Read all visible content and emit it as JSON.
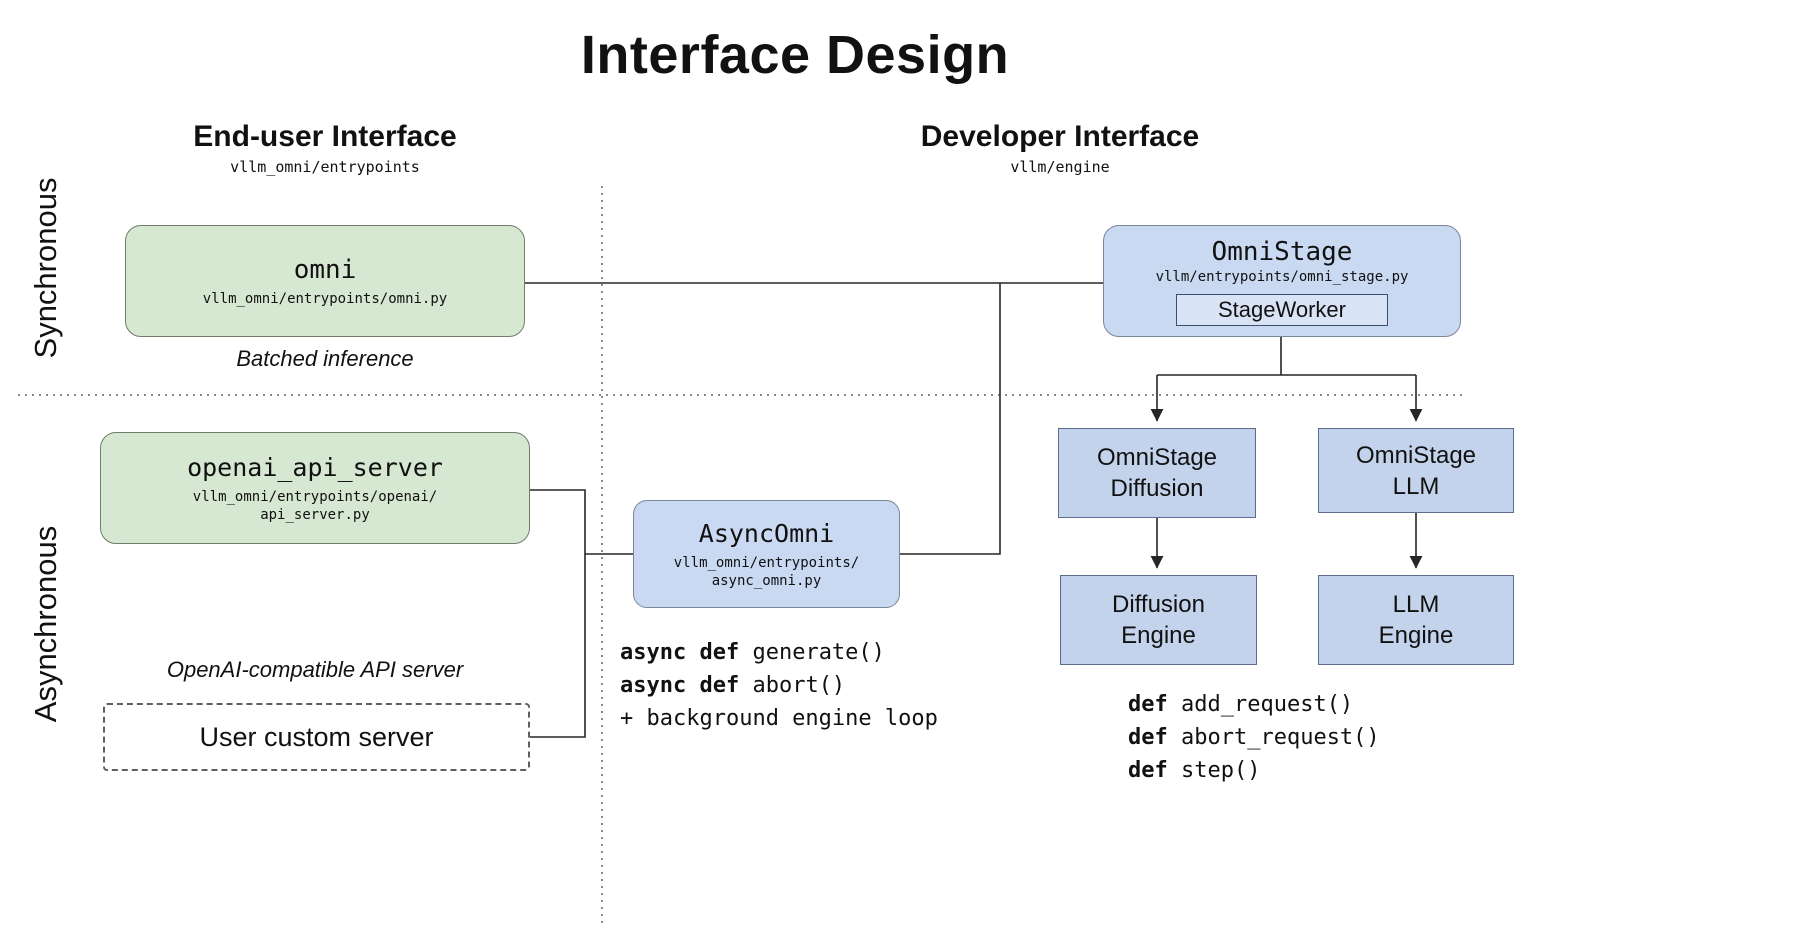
{
  "title": "Interface Design",
  "headers": {
    "end_user": {
      "label": "End-user Interface",
      "path": "vllm_omni/entrypoints"
    },
    "developer": {
      "label": "Developer Interface",
      "path": "vllm/engine"
    }
  },
  "row_labels": {
    "sync": "Synchronous",
    "async": "Asynchronous"
  },
  "nodes": {
    "omni": {
      "title": "omni",
      "path": "vllm_omni/entrypoints/omni.py",
      "caption": "Batched inference"
    },
    "omni_stage": {
      "title": "OmniStage",
      "path": "vllm/entrypoints/omni_stage.py",
      "inner": "StageWorker"
    },
    "openai_api_server": {
      "title": "openai_api_server",
      "path1": "vllm_omni/entrypoints/openai/",
      "path2": "api_server.py",
      "caption": "OpenAI-compatible API server"
    },
    "async_omni": {
      "title": "AsyncOmni",
      "path1": "vllm_omni/entrypoints/",
      "path2": "async_omni.py"
    },
    "user_custom_server": {
      "title": "User custom server"
    },
    "omni_stage_diffusion": {
      "line1": "OmniStage",
      "line2": "Diffusion"
    },
    "omni_stage_llm": {
      "line1": "OmniStage",
      "line2": "LLM"
    },
    "diffusion_engine": {
      "line1": "Diffusion",
      "line2": "Engine"
    },
    "llm_engine": {
      "line1": "LLM",
      "line2": "Engine"
    }
  },
  "code_blocks": {
    "async_api": [
      {
        "kw": "async def",
        "rest": " generate()"
      },
      {
        "kw": "async def",
        "rest": " abort()"
      },
      {
        "kw": "",
        "rest": "+ background engine loop"
      }
    ],
    "stage_api": [
      {
        "kw": "def",
        "rest": " add_request()"
      },
      {
        "kw": "def",
        "rest": " abort_request()"
      },
      {
        "kw": "def",
        "rest": " step()"
      }
    ]
  },
  "colors": {
    "green-fill": "#d6e8d2",
    "green-border": "#6f7d6a",
    "blue-fill": "#c9d9f2",
    "blue-border": "#7a8699",
    "rect-blue-fill": "#c4d3ec",
    "rect-blue-border": "#5d6d8f",
    "inner-box-border": "#3d4d6e",
    "line": "#262626",
    "text": "#111111"
  }
}
